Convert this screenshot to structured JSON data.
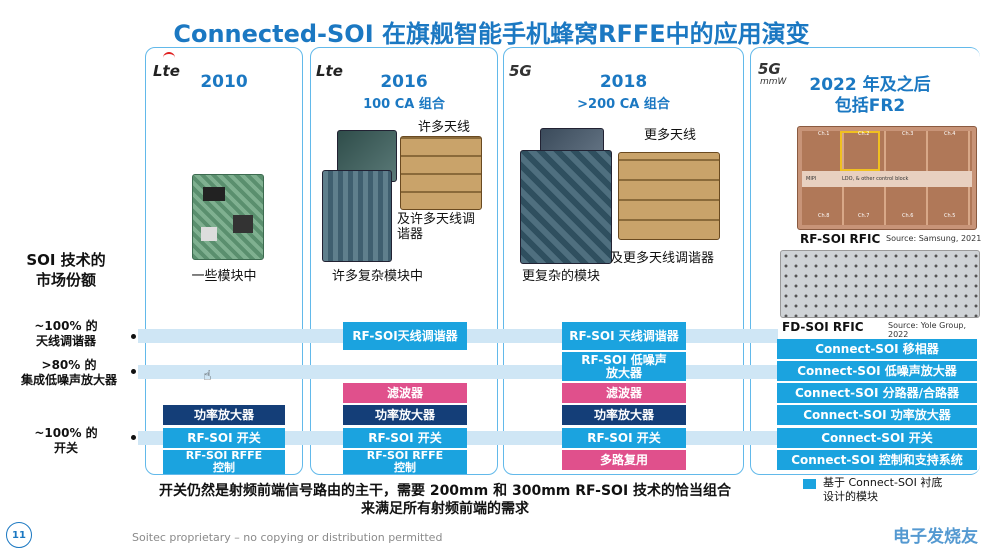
{
  "title": "Connected-SOI 在旗舰智能手机蜂窝RFFE中的应用演变",
  "left_labels": {
    "market_share": "SOI 技术的\n市场份额",
    "row1": "~100% 的\n天线调谐器",
    "row2": ">80% 的\n集成低噪声放大器",
    "row3": "~100% 的\n开关"
  },
  "columns": [
    {
      "logo": "Lte",
      "year": "2010",
      "subtitle": "",
      "caption": "一些模块中"
    },
    {
      "logo": "Lte",
      "year": "2016",
      "subtitle": "100 CA 组合",
      "caption": "许多复杂模块中",
      "caption2": "许多天线",
      "caption3": "及许多天线调\n谐器"
    },
    {
      "logo": "5G",
      "year": "2018",
      "subtitle": ">200 CA 组合",
      "caption": "更复杂的模块",
      "caption2": "更多天线",
      "caption3": "及更多天线调谐器"
    },
    {
      "logo": "5G",
      "logo_sub": "mmW",
      "year": "2022 年及之后",
      "subtitle": "包括FR2",
      "caption": "RF-SOI RFIC",
      "caption2": "FD-SOI RFIC",
      "source1": "Source: Samsung, 2021",
      "source2": "Source: Yole Group, 2022"
    }
  ],
  "boxes": {
    "c1": [
      "功率放大器",
      "RF-SOI 开关",
      "RF-SOI RFFE\n控制"
    ],
    "c2": [
      "RF-SOI天线调谐器",
      "滤波器",
      "功率放大器",
      "RF-SOI 开关",
      "RF-SOI RFFE\n控制"
    ],
    "c3": [
      "RF-SOI 天线调谐器",
      "RF-SOI 低噪声\n放大器",
      "滤波器",
      "功率放大器",
      "RF-SOI 开关",
      "多路复用"
    ],
    "c4": [
      "Connect-SOI 移相器",
      "Connect-SOI 低噪声放大器",
      "Connect-SOI 分路器/合路器",
      "Connect-SOI 功率放大器",
      "Connect-SOI 开关",
      "Connect-SOI 控制和支持系统"
    ]
  },
  "chip_labels": [
    "Ch.1",
    "Ch.2",
    "Ch.3",
    "Ch.4",
    "MIPI",
    "LDO, & other control block",
    "Ch.8",
    "Ch.7",
    "Ch.6",
    "Ch.5"
  ],
  "bottom_text": "开关仍然是射频前端信号路由的主干，需要 200mm 和 300mm RF-SOI 技术的恰当组合\n来满足所有射频前端的需求",
  "legend": "基于 Connect-SOI 衬底\n设计的模块",
  "page_number": "11",
  "footer": "Soitec proprietary – no copying or distribution permitted",
  "watermark": "电子发烧友"
}
